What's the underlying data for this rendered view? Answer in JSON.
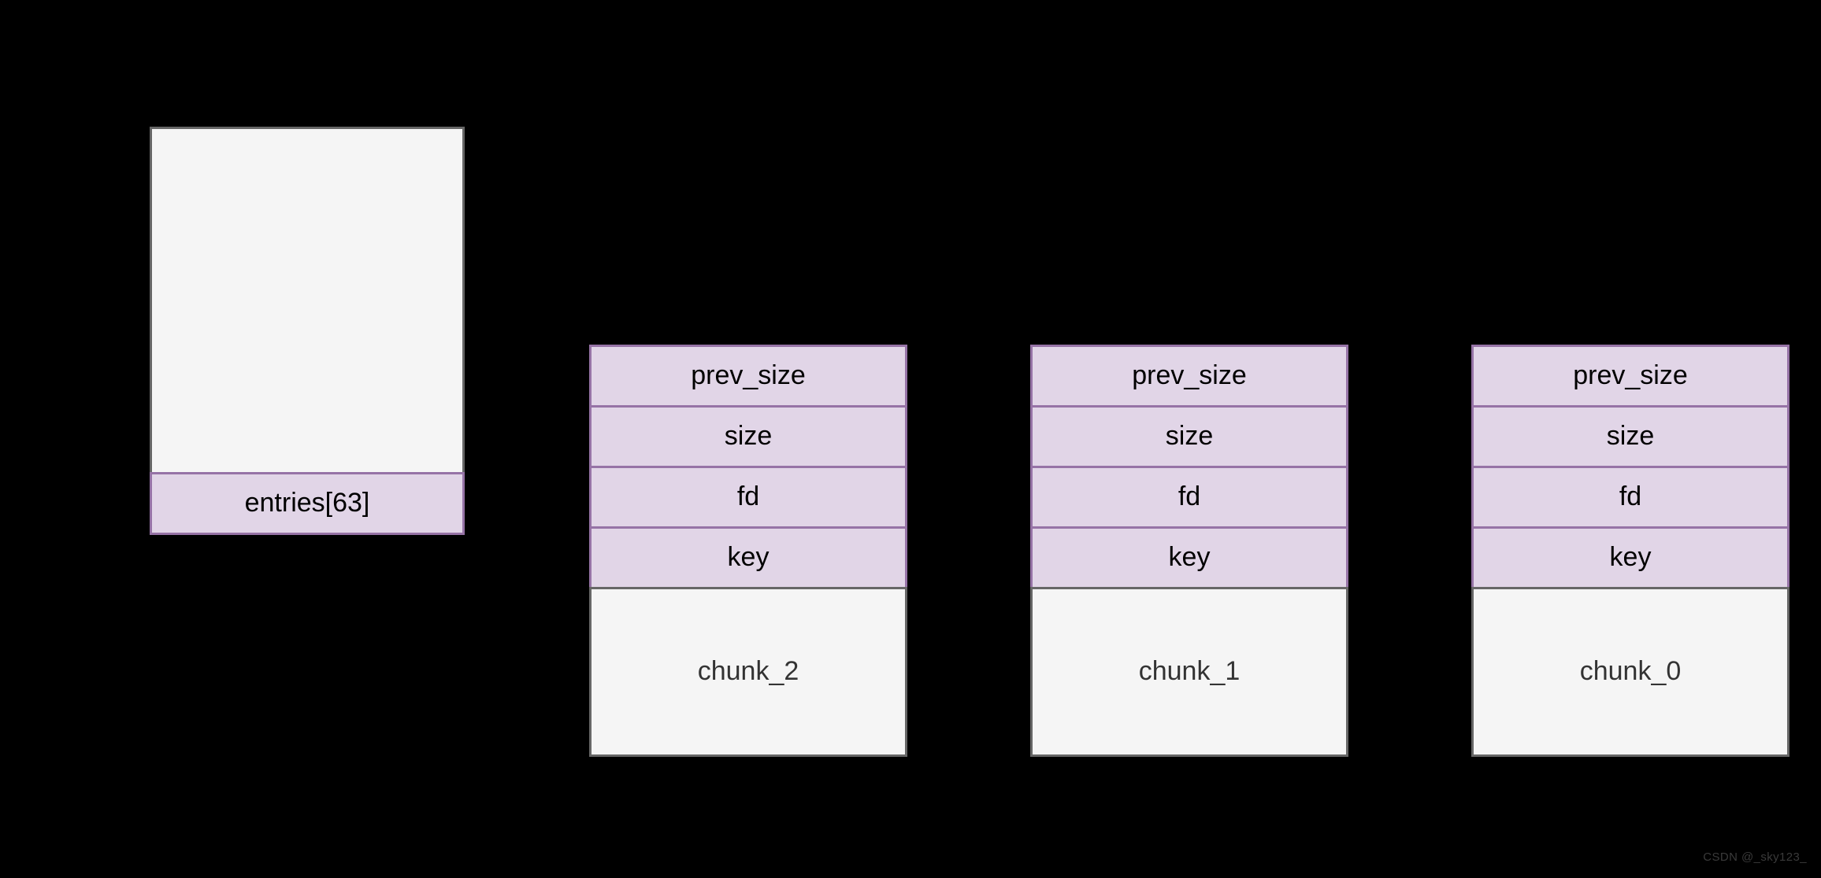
{
  "background_color": "#000000",
  "colors": {
    "chunk_header_fill": "#e1d5e7",
    "chunk_header_stroke": "#9673a6",
    "chunk_body_fill": "#f5f5f5",
    "chunk_body_stroke": "#666666",
    "header_text": "#000000",
    "body_text": "#333333",
    "watermark_text": "#3a3a3a"
  },
  "entries_table": {
    "body_label": "",
    "row_label": "entries[63]"
  },
  "chunks": [
    {
      "name": "chunk_2",
      "fields": [
        "prev_size",
        "size",
        "fd",
        "key"
      ],
      "body_label": "chunk_2"
    },
    {
      "name": "chunk_1",
      "fields": [
        "prev_size",
        "size",
        "fd",
        "key"
      ],
      "body_label": "chunk_1"
    },
    {
      "name": "chunk_0",
      "fields": [
        "prev_size",
        "size",
        "fd",
        "key"
      ],
      "body_label": "chunk_0"
    }
  ],
  "watermark": {
    "text": "CSDN @_sky123_"
  }
}
